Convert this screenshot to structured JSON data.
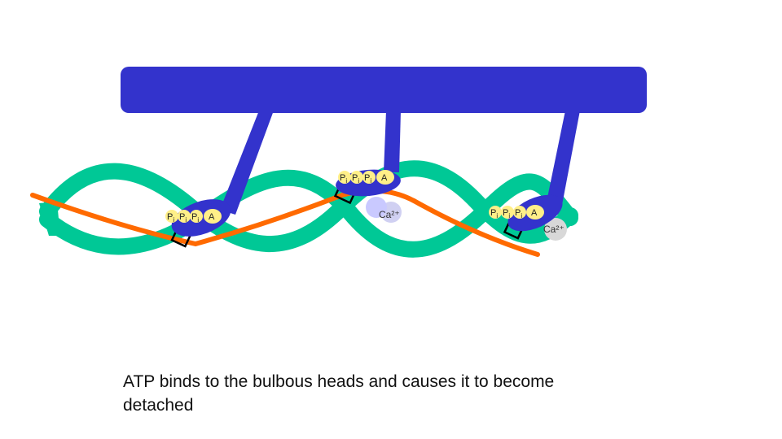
{
  "colors": {
    "myosin": "#3333cc",
    "actin": "#00c896",
    "tropomyosin": "#ff6a00",
    "atp": "#ffef88",
    "calcium_dark": "#c9c9ff",
    "calcium_light": "#d8d8d8",
    "binding_site": "#000000"
  },
  "atp": {
    "phosphate": "P",
    "subscript": "i",
    "adenosine": "A"
  },
  "calcium_label": "Ca²⁺",
  "caption": {
    "line1": "ATP binds to the bulbous heads and causes it to become",
    "line2": "detached"
  }
}
